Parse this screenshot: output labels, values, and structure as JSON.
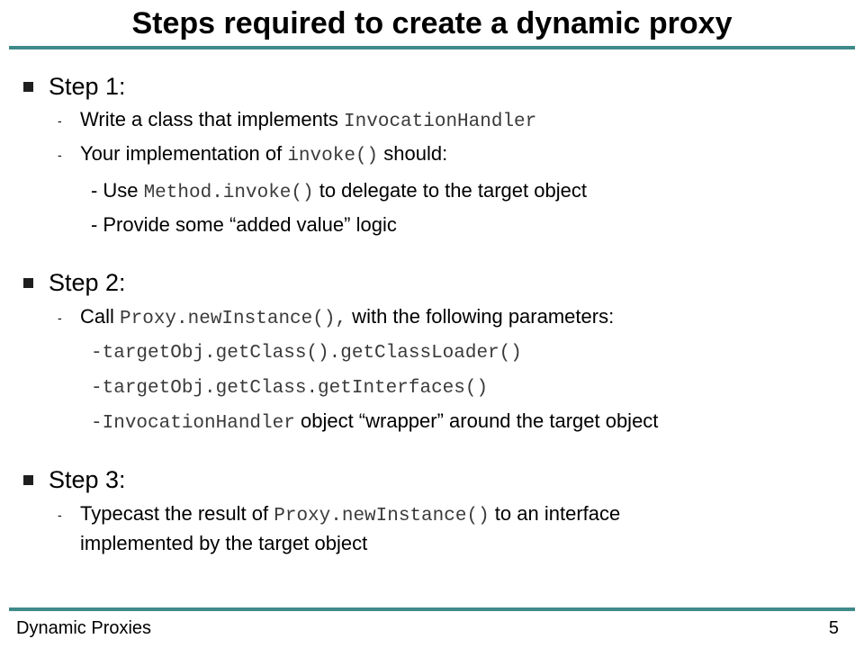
{
  "slide": {
    "title": "Steps required to create a dynamic proxy",
    "footer_left": "Dynamic Proxies",
    "page_number": "5",
    "accent_color": "#3f8a8a"
  },
  "step1": {
    "label": "Step 1:",
    "item1": {
      "text": "Write a class that implements ",
      "code": "InvocationHandler"
    },
    "item2": {
      "text_a": "Your implementation of ",
      "code": "invoke()",
      "text_b": " should:"
    },
    "sub1": {
      "dash": "-",
      "text_a": "Use ",
      "code": "Method.invoke()",
      "text_b": " to delegate to the target object"
    },
    "sub2": {
      "dash": "-",
      "text": "Provide some “added value” logic"
    }
  },
  "step2": {
    "label": "Step 2:",
    "item1": {
      "text_a": "Call ",
      "code": "Proxy.newInstance(),",
      "text_b": " with the following parameters:"
    },
    "sub1": {
      "dash": "-",
      "code": "targetObj.getClass().getClassLoader()"
    },
    "sub2": {
      "dash": "-",
      "code": "targetObj.getClass.getInterfaces()"
    },
    "sub3": {
      "dash": "-",
      "code": "InvocationHandler",
      "text": " object “wrapper” around the target object"
    }
  },
  "step3": {
    "label": "Step 3:",
    "item1": {
      "text_a": "Typecast the result of ",
      "code": "Proxy.newInstance()",
      "text_b": " to an interface",
      "text_c": "implemented by the target object"
    }
  }
}
